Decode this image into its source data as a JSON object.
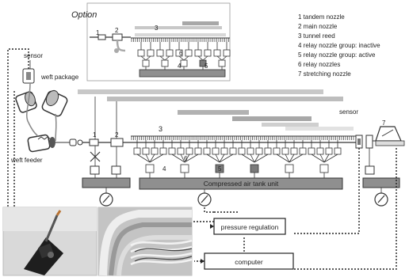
{
  "option_title": "Option",
  "legend": [
    "1  tandem nozzle",
    "2  main nozzle",
    "3  tunnel reed",
    "4  relay nozzle group: inactive",
    "5  relay nozzle group: active",
    "6  relay nozzles",
    "7  stretching nozzle"
  ],
  "labels": {
    "sensor_left": "sensor",
    "sensor_right": "sensor",
    "weft_package": "weft package",
    "weft_feeder": "weft feeder",
    "tank_unit": "Compressed air tank unit",
    "pressure_regulation": "pressure regulation",
    "computer": "computer"
  },
  "numbers": {
    "opt_1": "1",
    "opt_2": "2",
    "opt_3": "3",
    "opt_4": "4",
    "opt_5": "5",
    "opt_6": "6",
    "main_1": "1",
    "main_2": "2",
    "main_3": "3",
    "main_4": "4",
    "main_5": "5",
    "main_6": "6",
    "main_7": "7"
  },
  "colors": {
    "line": "#333333",
    "box_fill": "#8f8f8f",
    "pipe_gray": "#9a9a9a",
    "bar_light": "#c8c8c8",
    "bar_mid": "#a8a8a8",
    "active_fill": "#7a7a7a"
  }
}
